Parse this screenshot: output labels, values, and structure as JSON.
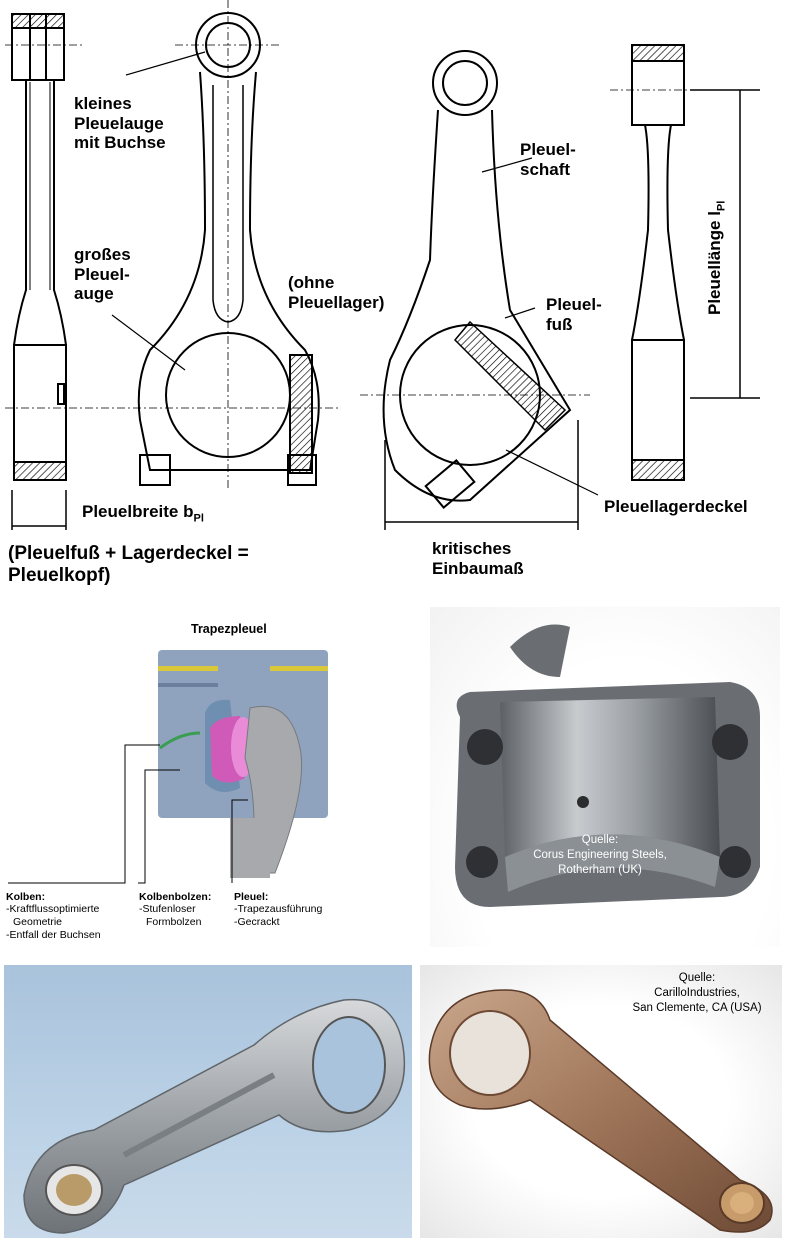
{
  "drawing": {
    "labels": {
      "kleines_pleuelauge": [
        "kleines",
        "Pleuelauge",
        "mit Buchse"
      ],
      "grosses_pleuelauge": [
        "großes",
        "Pleuel-",
        "auge"
      ],
      "ohne_pleuellager": [
        "(ohne",
        "Pleuellager)"
      ],
      "pleuelschaft": [
        "Pleuel-",
        "schaft"
      ],
      "pleuelfuss": [
        "Pleuel-",
        "fuß"
      ],
      "pleuellaenge": "Pleuellänge l",
      "pleuellaenge_sub": "Pl",
      "pleuelbreite": "Pleuelbreite b",
      "pleuelbreite_sub": "Pl",
      "pleuellagerdeckel": "Pleuellagerdeckel",
      "formel": [
        "(Pleuelfuß + Lagerdeckel =",
        "Pleuelkopf)"
      ],
      "kritisches": [
        "kritisches",
        "Einbaumaß"
      ]
    }
  },
  "trapez": {
    "title": "Trapezpleuel",
    "kolben": {
      "head": "Kolben:",
      "lines": [
        "-Kraftflussoptimierte",
        "Geometrie",
        "-Entfall der Buchsen"
      ]
    },
    "kolbenbolzen": {
      "head": "Kolbenbolzen:",
      "lines": [
        "-Stufenloser",
        "Formbolzen"
      ]
    },
    "pleuel": {
      "head": "Pleuel:",
      "lines": [
        "-Trapezausführung",
        "-Gecrackt"
      ]
    }
  },
  "photo_cap": {
    "quelle": [
      "Quelle:",
      "Corus Engineering Steels,",
      "Rotherham (UK)"
    ]
  },
  "photo_rod2": {
    "quelle": [
      "Quelle:",
      "CarilloIndustries,",
      "San Clemente, CA (USA)"
    ]
  },
  "colors": {
    "piston_blue": "#8fa3bf",
    "pin_magenta": "#d05ab8",
    "bg_blue": "#a9c3dc",
    "steel": "#9ea3a8",
    "bronze": "#a0765a"
  }
}
